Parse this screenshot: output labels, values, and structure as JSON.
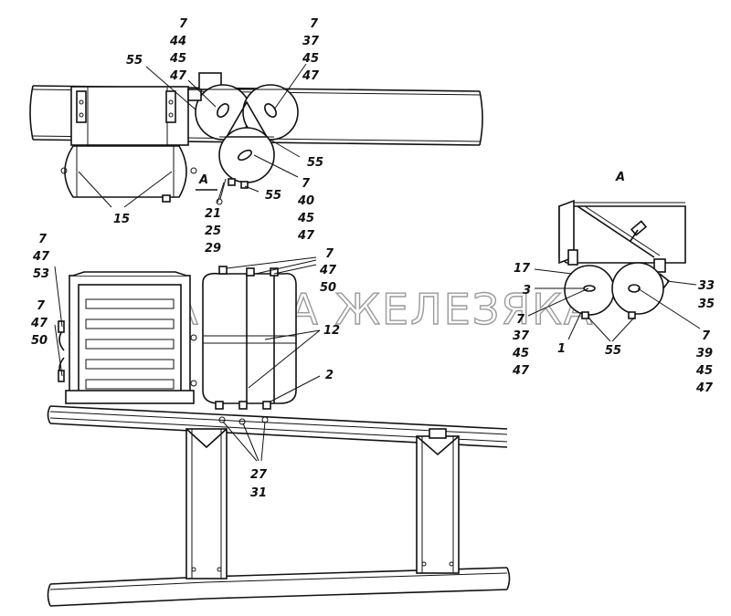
{
  "watermark": "ПЛАНЕТА ЖЕЛЕЗЯКА",
  "view_marker": "A",
  "view_title": "A",
  "callouts": {
    "top_7_44_45_47": [
      "7",
      "44",
      "45",
      "47"
    ],
    "top_7_37_45_47": [
      "7",
      "37",
      "45",
      "47"
    ],
    "top_55_left": "55",
    "top_55_right": "55",
    "top_55_bottom": "55",
    "top_7_40_45_47": [
      "7",
      "40",
      "45",
      "47"
    ],
    "top_21_25_29": [
      "21",
      "25",
      "29"
    ],
    "top_15": "15",
    "left_7_47_53": [
      "7",
      "47",
      "53"
    ],
    "left_7_47_50": [
      "7",
      "47",
      "50"
    ],
    "mid_7_47_50": [
      "7",
      "47",
      "50"
    ],
    "mid_12": "12",
    "mid_2": "2",
    "mid_27_31": [
      "27",
      "31"
    ],
    "a_17": "17",
    "a_3": "3",
    "a_7_37_45_47": [
      "7",
      "37",
      "45",
      "47"
    ],
    "a_1": "1",
    "a_55": "55",
    "a_33_35": [
      "33",
      "35"
    ],
    "a_7_39_45_47": [
      "7",
      "39",
      "45",
      "47"
    ]
  }
}
